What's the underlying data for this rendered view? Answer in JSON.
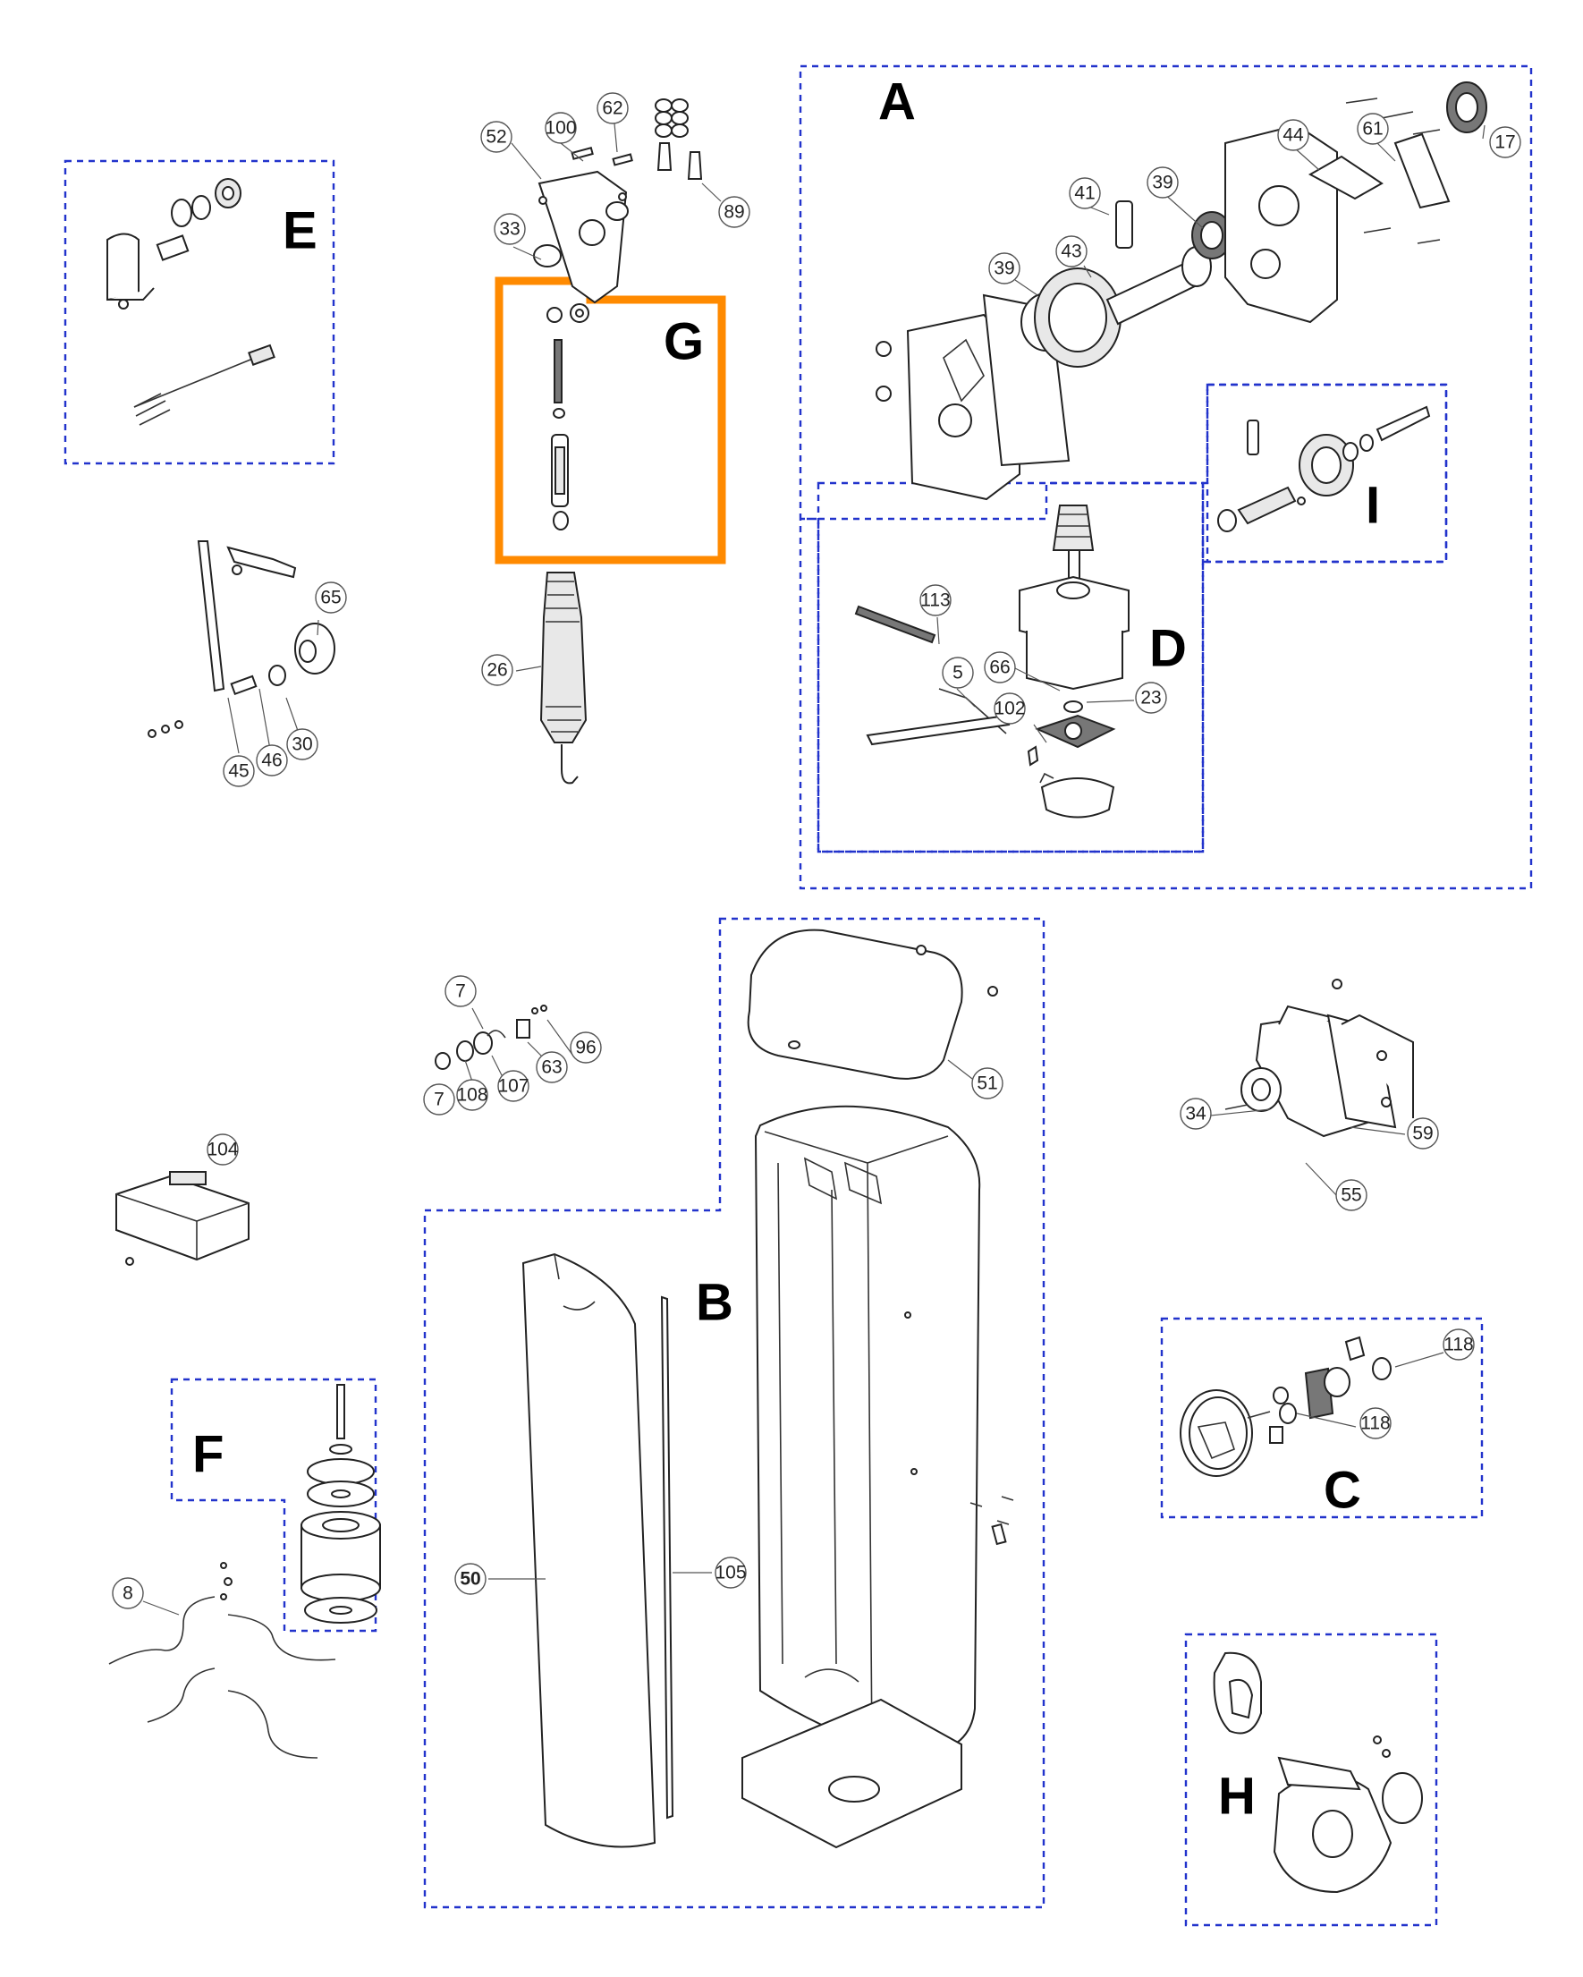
{
  "diagram": {
    "group_labels": {
      "A": "A",
      "B": "B",
      "C": "C",
      "D": "D",
      "E": "E",
      "F": "F",
      "G": "G",
      "H": "H",
      "I": "I"
    },
    "highlighted_group": "G",
    "colors": {
      "group_border": "#2233cc",
      "highlight_border": "#ff8a00",
      "line": "#222222"
    },
    "callouts": [
      {
        "id": "c52",
        "text": "52"
      },
      {
        "id": "c100",
        "text": "100"
      },
      {
        "id": "c62",
        "text": "62"
      },
      {
        "id": "c89",
        "text": "89"
      },
      {
        "id": "c33",
        "text": "33"
      },
      {
        "id": "c26",
        "text": "26"
      },
      {
        "id": "c41",
        "text": "41"
      },
      {
        "id": "c39a",
        "text": "39"
      },
      {
        "id": "c44",
        "text": "44"
      },
      {
        "id": "c61",
        "text": "61"
      },
      {
        "id": "c17",
        "text": "17"
      },
      {
        "id": "c39b",
        "text": "39"
      },
      {
        "id": "c43",
        "text": "43"
      },
      {
        "id": "c113",
        "text": "113"
      },
      {
        "id": "c66",
        "text": "66"
      },
      {
        "id": "c5",
        "text": "5"
      },
      {
        "id": "c102",
        "text": "102"
      },
      {
        "id": "c23",
        "text": "23"
      },
      {
        "id": "c65",
        "text": "65"
      },
      {
        "id": "c45",
        "text": "45"
      },
      {
        "id": "c46",
        "text": "46"
      },
      {
        "id": "c30",
        "text": "30"
      },
      {
        "id": "c7a",
        "text": "7"
      },
      {
        "id": "c96",
        "text": "96"
      },
      {
        "id": "c63",
        "text": "63"
      },
      {
        "id": "c7b",
        "text": "7"
      },
      {
        "id": "c108",
        "text": "108"
      },
      {
        "id": "c107",
        "text": "107"
      },
      {
        "id": "c51",
        "text": "51"
      },
      {
        "id": "c104",
        "text": "104"
      },
      {
        "id": "c34",
        "text": "34"
      },
      {
        "id": "c59",
        "text": "59"
      },
      {
        "id": "c55",
        "text": "55"
      },
      {
        "id": "c118a",
        "text": "118"
      },
      {
        "id": "c118b",
        "text": "118"
      },
      {
        "id": "c8",
        "text": "8"
      },
      {
        "id": "c50",
        "text": "50"
      },
      {
        "id": "c105",
        "text": "105"
      }
    ]
  }
}
